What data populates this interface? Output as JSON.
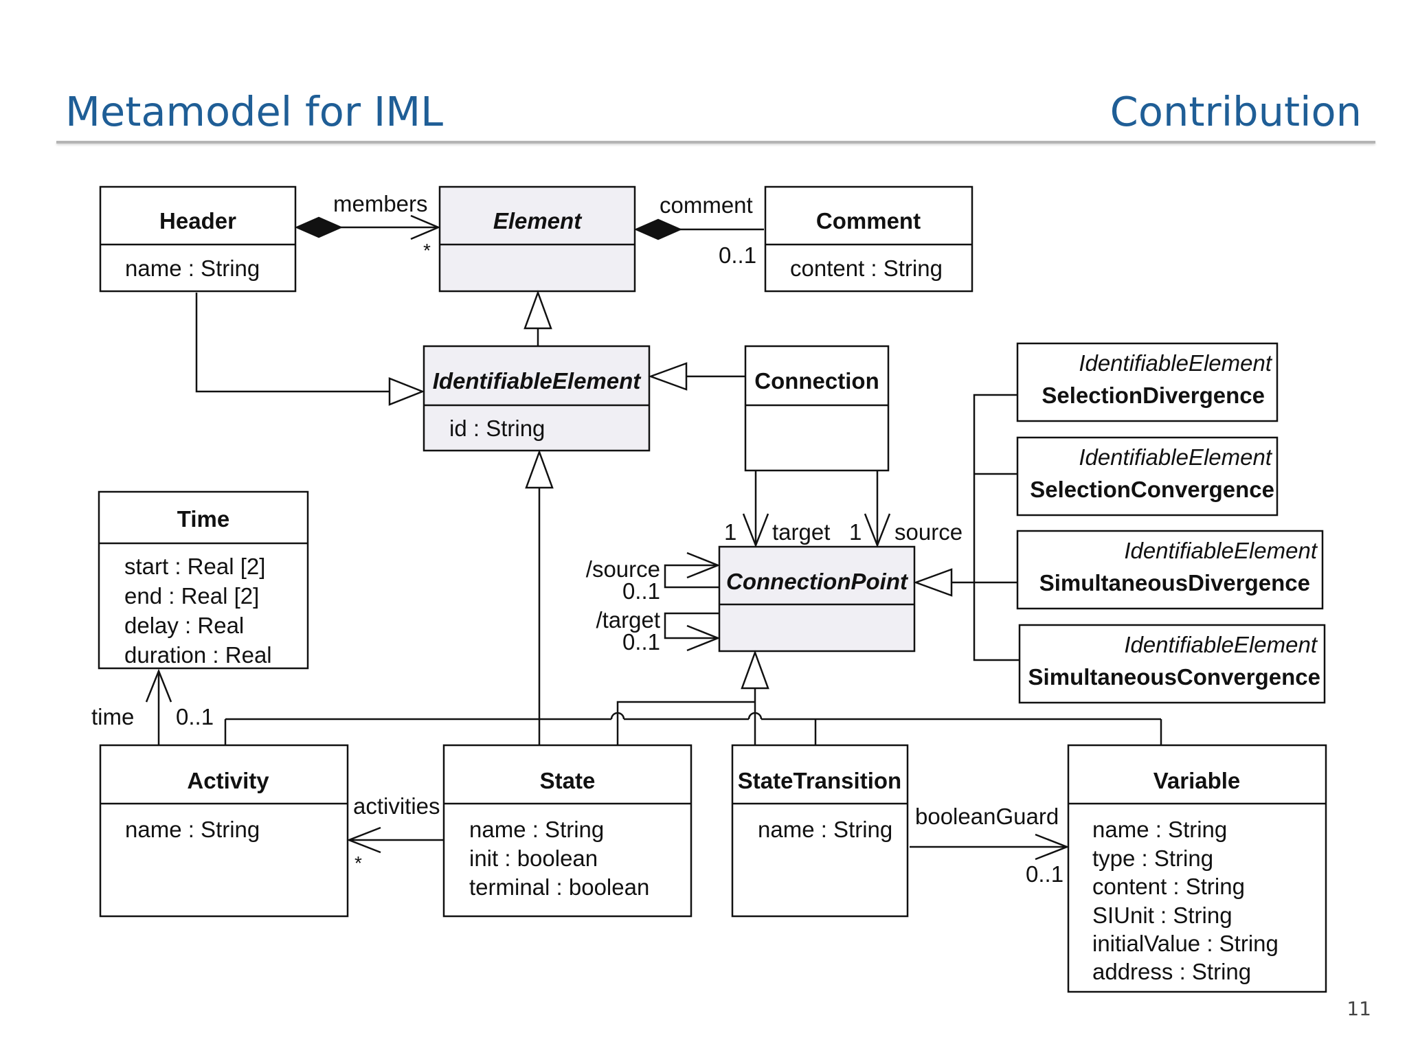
{
  "slide": {
    "title": "Metamodel for IML",
    "section": "Contribution",
    "page_number": "11"
  },
  "colors": {
    "title": "#1f5e96",
    "abstract_class_fill": "#f0eff4",
    "line": "#111111"
  },
  "classes": {
    "header": {
      "name": "Header",
      "attributes": [
        "name : String"
      ]
    },
    "element": {
      "name": "Element",
      "attributes": []
    },
    "comment": {
      "name": "Comment",
      "attributes": [
        "content : String"
      ]
    },
    "identifiable_element": {
      "name": "IdentifiableElement",
      "attributes": [
        "id : String"
      ]
    },
    "connection": {
      "name": "Connection",
      "attributes": []
    },
    "selection_divergence": {
      "stereotype": "IdentifiableElement",
      "name": "SelectionDivergence"
    },
    "selection_convergence": {
      "stereotype": "IdentifiableElement",
      "name": "SelectionConvergence"
    },
    "simultaneous_divergence": {
      "stereotype": "IdentifiableElement",
      "name": "SimultaneousDivergence"
    },
    "simultaneous_convergence": {
      "stereotype": "IdentifiableElement",
      "name": "SimultaneousConvergence"
    },
    "time": {
      "name": "Time",
      "attributes": [
        "start : Real [2]",
        "end : Real [2]",
        "delay : Real",
        "duration : Real"
      ]
    },
    "connection_point": {
      "name": "ConnectionPoint",
      "attributes": []
    },
    "activity": {
      "name": "Activity",
      "attributes": [
        "name : String"
      ]
    },
    "state": {
      "name": "State",
      "attributes": [
        "name : String",
        "init : boolean",
        "terminal : boolean"
      ]
    },
    "state_transition": {
      "name": "StateTransition",
      "attributes": [
        "name : String"
      ]
    },
    "variable": {
      "name": "Variable",
      "attributes": [
        "name : String",
        "type : String",
        "content : String",
        "SIUnit : String",
        "initialValue : String",
        "address : String"
      ]
    }
  },
  "associations": {
    "members": {
      "role": "members",
      "multiplicity": "*"
    },
    "comment": {
      "role": "comment",
      "multiplicity": "0..1"
    },
    "target": {
      "role": "target",
      "multiplicity": "1"
    },
    "source": {
      "role": "source",
      "multiplicity": "1"
    },
    "derived_source": {
      "role": "/source",
      "multiplicity": "0..1"
    },
    "derived_target": {
      "role": "/target",
      "multiplicity": "0..1"
    },
    "time": {
      "role": "time",
      "multiplicity": "0..1"
    },
    "activities": {
      "role": "activities",
      "multiplicity": "*"
    },
    "boolean_guard": {
      "role": "booleanGuard",
      "multiplicity": "0..1"
    }
  }
}
